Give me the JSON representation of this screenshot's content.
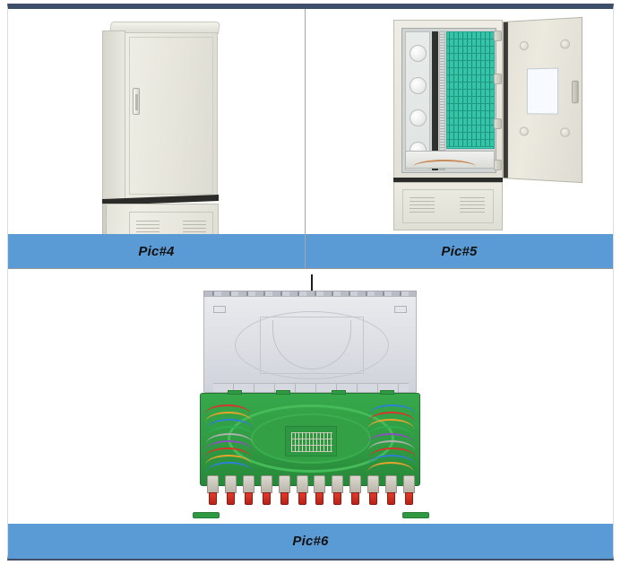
{
  "document": {
    "type": "picture-table",
    "rows": 2,
    "columns": 2
  },
  "theme": {
    "caption_background": "#5B9BD5",
    "caption_text_color": "#111111",
    "frame_border_color": "#3E4E68",
    "cell_border_color": "#A6A6A6",
    "page_background": "#FFFFFF"
  },
  "cells": [
    {
      "id": "pic4",
      "caption": "Pic#4",
      "image_name": "closed-outdoor-fiber-cabinet",
      "image_description": "Beige outdoor optical cross-connect cabinet with closed front door, recessed handle lock and ventilated base plinth"
    },
    {
      "id": "pic5",
      "caption": "Pic#5",
      "image_name": "open-fiber-cabinet-with-splice-trays",
      "image_description": "Same cabinet with door swung open showing green splice tray stack, white cable storage coils and a white label on the inside of the door"
    },
    {
      "id": "pic6",
      "caption": "Pic#6",
      "image_name": "green-fiber-splice-tray",
      "image_description": "Green 12-port fiber splice tray with grey hinged cover lifted open, coiled colored pigtails and a row of red fiber adapters at the front"
    }
  ],
  "captions": {
    "pic4": "Pic#4",
    "pic5": "Pic#5",
    "pic6": "Pic#6"
  }
}
